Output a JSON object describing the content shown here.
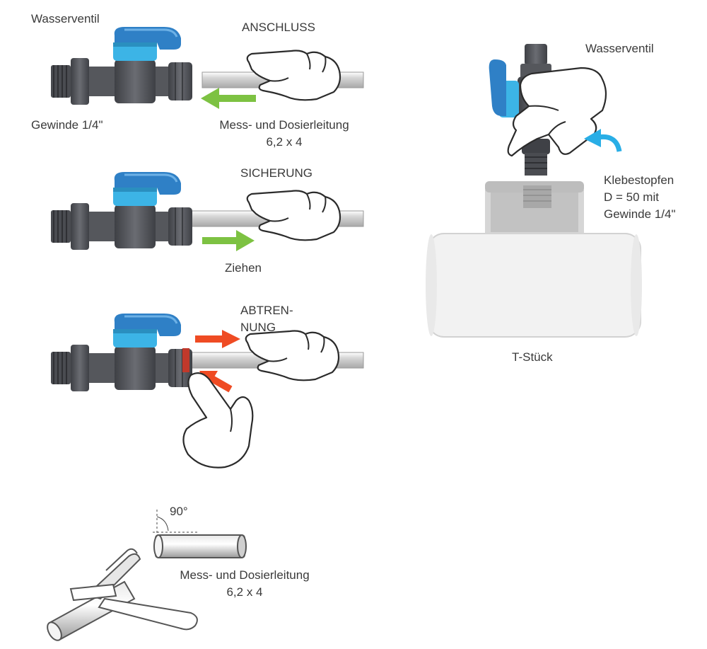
{
  "colors": {
    "valve_body": "#5a5c62",
    "valve_dark": "#3f4146",
    "handle_blue": "#2f80c6",
    "collar_cyan": "#3cb4e6",
    "pipe_grey": "#c9c9c9",
    "arrow_green": "#7dc242",
    "arrow_red": "#ef4b23",
    "arrow_cyan": "#29aee6",
    "tee_fill": "#f2f2f2",
    "tee_outline": "#c8c8c8"
  },
  "icons": [
    "valve-icon",
    "hand-icon",
    "pipe-icon",
    "arrow-icon",
    "pipe-cutter-icon",
    "tee-fitting-icon"
  ],
  "labels": {
    "valve_top_left": "Wasserventil",
    "thread": "Gewinde 1/4\"",
    "step1_title": "ANSCHLUSS",
    "step1_line1": "Mess- und Dosierleitung",
    "step1_line2": "6,2 x 4",
    "step2_title": "SICHERUNG",
    "step2_action": "Ziehen",
    "step3_title_line1": "ABTREN-",
    "step3_title_line2": "NUNG",
    "cut_angle": "90°",
    "cut_line1": "Mess- und Dosierleitung",
    "cut_line2": "6,2 x 4",
    "valve_right": "Wasserventil",
    "plug_line1": "Klebestopfen",
    "plug_line2": "D = 50 mit",
    "plug_line3": "Gewinde 1/4\"",
    "tee": "T-Stück"
  }
}
